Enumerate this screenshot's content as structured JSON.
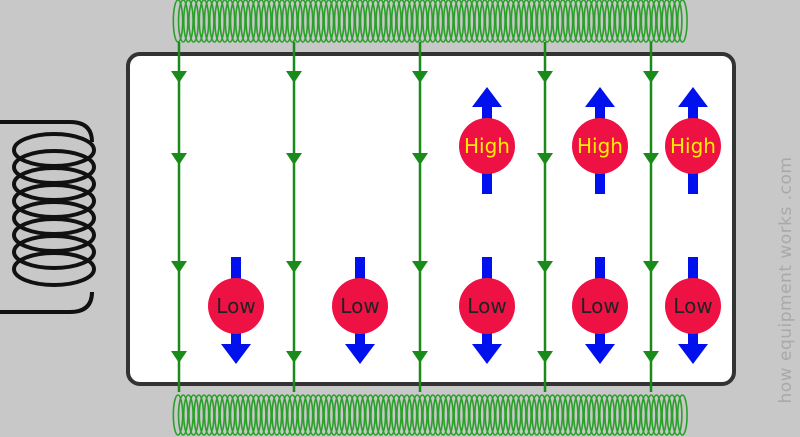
{
  "colors": {
    "background": "#c8c8c8",
    "sample": "#ffffff",
    "sample_border": "#333333",
    "field_line": "#1a8a1a",
    "coil": "#2aa02a",
    "side_coil": "#111111",
    "spin": "#ee1144",
    "arrow": "#0011ee",
    "high_text": "#ffee00",
    "low_text": "#222222"
  },
  "labels": {
    "high": "High",
    "low": "Low"
  },
  "watermark": "how equipment works .com",
  "columns": [
    {
      "spins": [
        "low"
      ]
    },
    {
      "spins": [
        "low"
      ]
    },
    {
      "spins": [
        "high",
        "low"
      ]
    },
    {
      "spins": [
        "high",
        "low"
      ]
    },
    {
      "spins": [
        "high",
        "low"
      ]
    }
  ],
  "icons": {
    "top_coil": "top-coil-icon",
    "bottom_coil": "bottom-coil-icon",
    "side_coil": "side-coil-icon"
  }
}
